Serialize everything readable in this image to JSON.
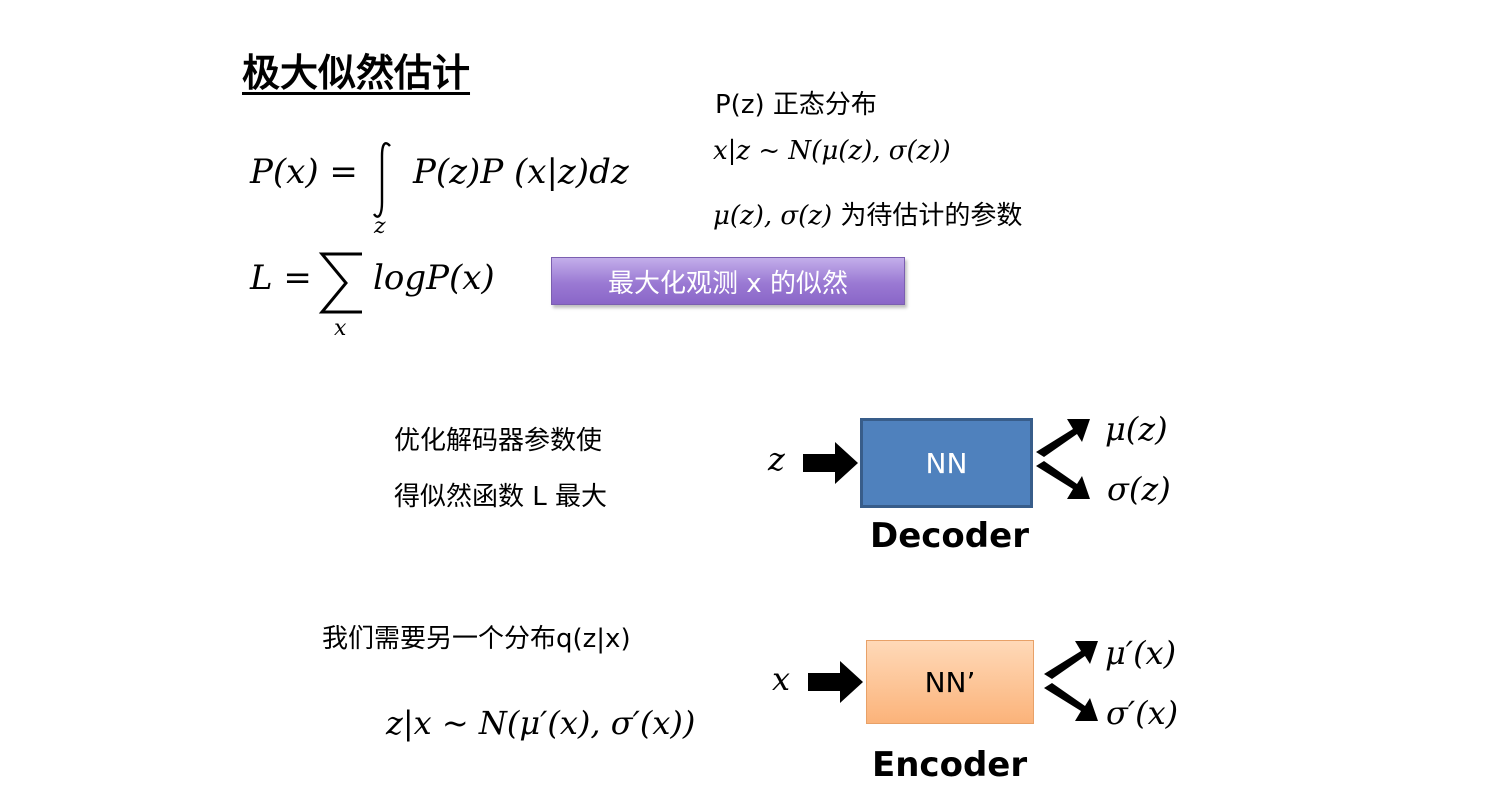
{
  "title": "极大似然估计",
  "eq_px": {
    "lhs": "P(x) = ",
    "rhs": "P(z)P (x|z)dz",
    "sub": "z"
  },
  "eq_l": {
    "lhs": "L = ",
    "rhs": "logP(x)",
    "sub": "x"
  },
  "maximize_button": "最大化观测 x 的似然",
  "notes": {
    "pz": "P(z)  正态分布",
    "xz": "x|z ~ N(μ(z), σ(z))",
    "param_math": "μ(z), σ(z)",
    "param_text": " 为待估计的参数"
  },
  "decoder": {
    "desc_line1": "优化解码器参数使",
    "desc_line2": "得似然函数 L 最大",
    "input": "z",
    "box": "NN",
    "out_mu": "μ(z)",
    "out_sigma": "σ(z)",
    "label": "Decoder",
    "box_color": "#4f81bd"
  },
  "encoder": {
    "desc": "我们需要另一个分布q(z|x)",
    "formula": "z|x ~ N(μ′(x), σ′(x))",
    "input": "x",
    "box": "NN’",
    "out_mu": "μ′(x)",
    "out_sigma": "σ′(x)",
    "label": "Encoder",
    "box_color": "#fbb37a"
  }
}
